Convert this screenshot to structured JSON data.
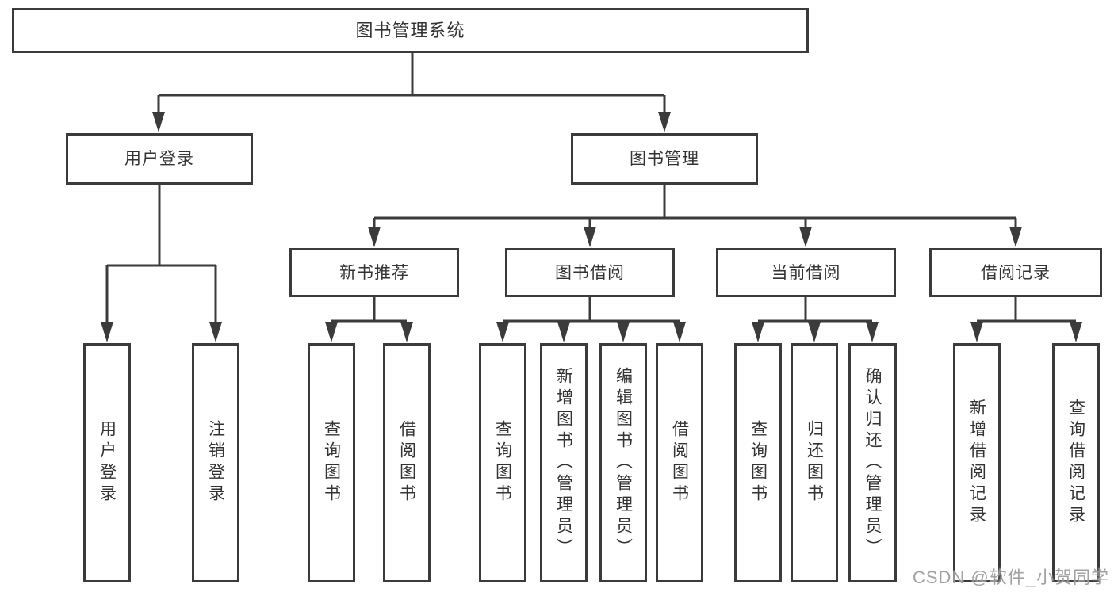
{
  "tree": {
    "label": "图书管理系统",
    "children": [
      {
        "label": "用户登录",
        "children": [
          {
            "label": "用户登录"
          },
          {
            "label": "注销登录"
          }
        ]
      },
      {
        "label": "图书管理",
        "children": [
          {
            "label": "新书推荐",
            "children": [
              {
                "label": "查询图书"
              },
              {
                "label": "借阅图书"
              }
            ]
          },
          {
            "label": "图书借阅",
            "children": [
              {
                "label": "查询图书"
              },
              {
                "label": "新增图书（管理员）"
              },
              {
                "label": "编辑图书（管理员）"
              },
              {
                "label": "借阅图书"
              }
            ]
          },
          {
            "label": "当前借阅",
            "children": [
              {
                "label": "查询图书"
              },
              {
                "label": "归还图书"
              },
              {
                "label": "确认归还（管理员）"
              }
            ]
          },
          {
            "label": "借阅记录",
            "children": [
              {
                "label": "新增借阅记录"
              },
              {
                "label": "查询借阅记录"
              }
            ]
          }
        ]
      }
    ]
  },
  "watermark": "CSDN @软件_小贺同学",
  "colors": {
    "line": "#3b3b3b",
    "text": "#333333",
    "background": "#ffffff",
    "watermark": "#919191"
  }
}
